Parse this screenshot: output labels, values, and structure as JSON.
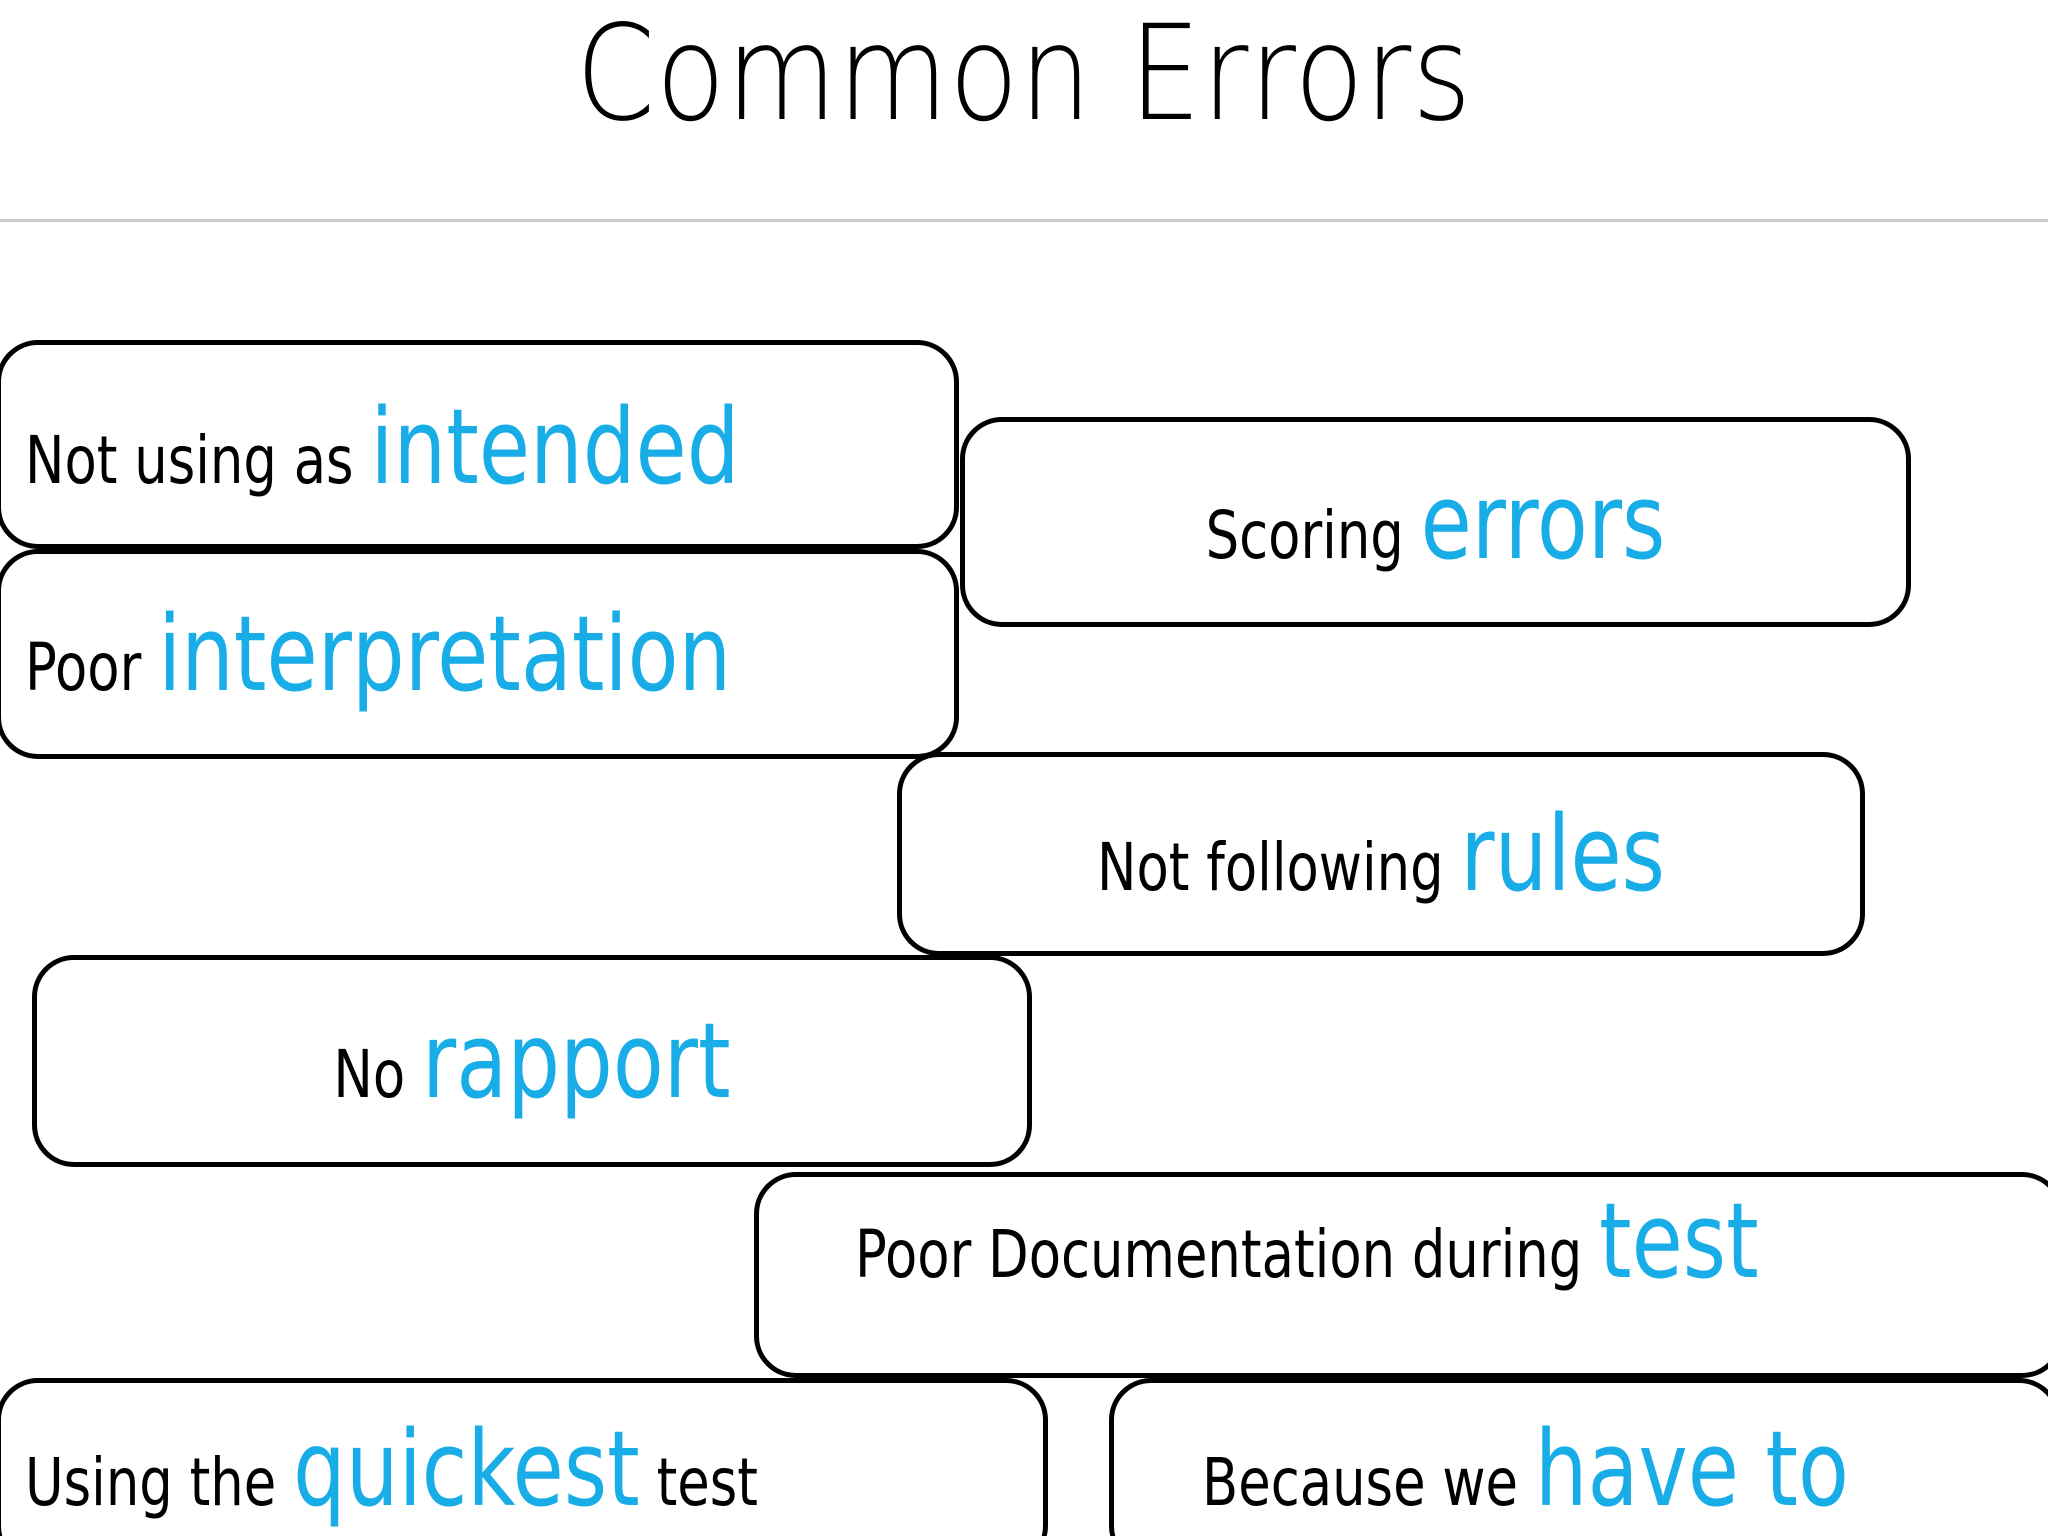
{
  "slide": {
    "title": "Common Errors",
    "accent_color": "#19ade8",
    "text_color": "#000000",
    "background_color": "#ffffff",
    "divider_color": "#c9c9c9",
    "border_color": "#000000"
  },
  "boxes": [
    {
      "id": "intended",
      "plain_before": "Not using as ",
      "highlight": "intended",
      "plain_after": "",
      "full_text": "Not using as intended"
    },
    {
      "id": "scoring",
      "plain_before": "Scoring ",
      "highlight": "errors",
      "plain_after": "",
      "full_text": "Scoring errors"
    },
    {
      "id": "interpretation",
      "plain_before": "Poor ",
      "highlight": "interpretation",
      "plain_after": "",
      "full_text": "Poor interpretation"
    },
    {
      "id": "rules",
      "plain_before": "Not following ",
      "highlight": "rules",
      "plain_after": "",
      "full_text": "Not following rules"
    },
    {
      "id": "rapport",
      "plain_before": "No ",
      "highlight": "rapport",
      "plain_after": "",
      "full_text": "No rapport"
    },
    {
      "id": "documentation",
      "plain_before": "Poor Documentation during ",
      "highlight": "test",
      "plain_after": "",
      "full_text": "Poor Documentation during test"
    },
    {
      "id": "quickest",
      "plain_before": "Using the ",
      "highlight": "quickest",
      "plain_after": " test",
      "full_text": "Using the quickest test"
    },
    {
      "id": "because",
      "plain_before": "Because we ",
      "highlight": "have to",
      "plain_after": "",
      "full_text": "Because we have to"
    }
  ]
}
